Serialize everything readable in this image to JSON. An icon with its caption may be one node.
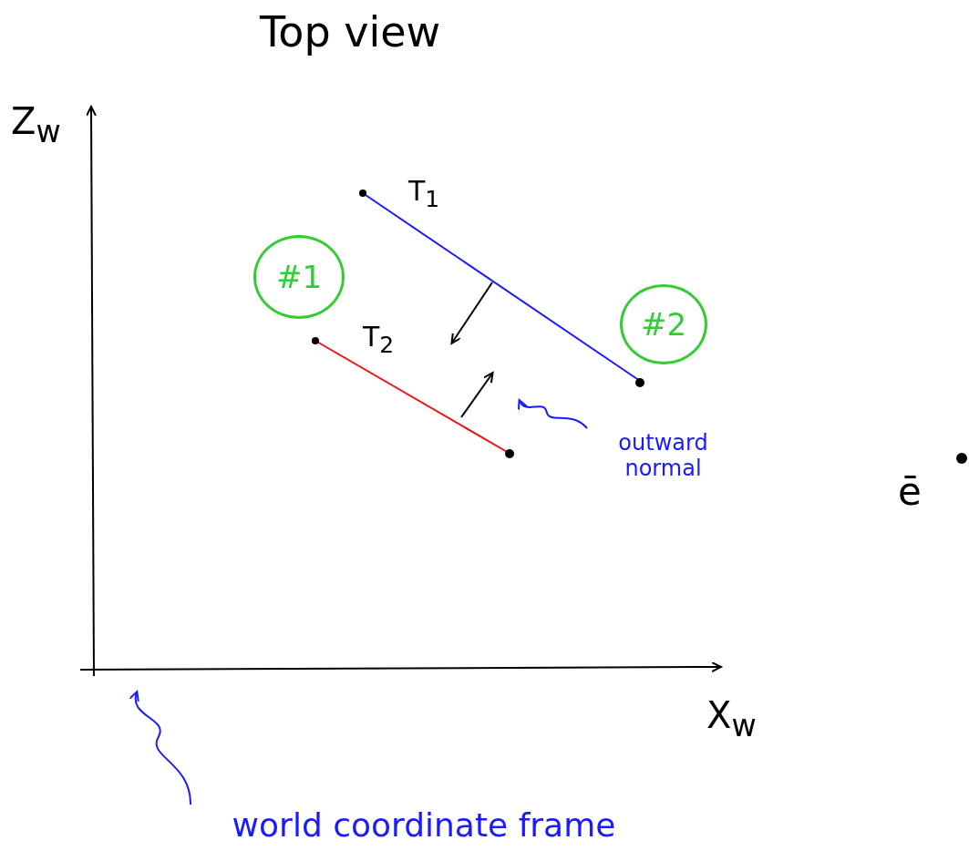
{
  "diagram": {
    "title": "Top view",
    "nodes": [
      {
        "text": [
          "#1"
        ]
      },
      {
        "text": [
          "#2"
        ]
      },
      {
        "text": [
          "outward normal"
        ]
      },
      {
        "text": [
          "world coordinate frame"
        ]
      }
    ],
    "edges": [
      {
        "from": 2,
        "to": null,
        "arrow": "to"
      },
      {
        "from": 3,
        "to": null,
        "arrow": "to"
      }
    ],
    "labels": [
      "Z$_{w}$",
      "T$_{1}$",
      "T$_{2}$",
      "ē",
      "X$_{w}$"
    ]
  }
}
